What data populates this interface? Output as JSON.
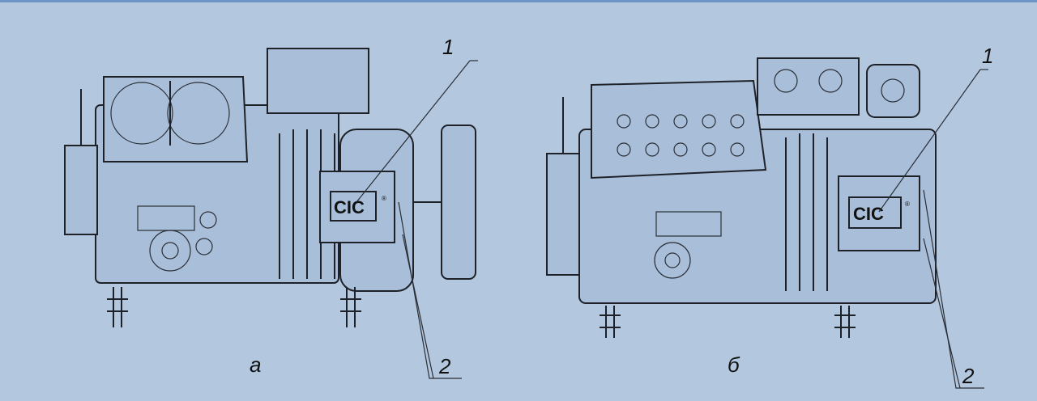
{
  "figure": {
    "compressor_a": {
      "label": "а",
      "callout_1": "1",
      "callout_2": "2",
      "logo": "CIC",
      "registered_mark": "®"
    },
    "compressor_b": {
      "label": "б",
      "callout_1": "1",
      "callout_2": "2",
      "logo": "CIC",
      "registered_mark": "®"
    }
  },
  "colors": {
    "background": "#b3c7df",
    "ink": "#1e2228"
  }
}
